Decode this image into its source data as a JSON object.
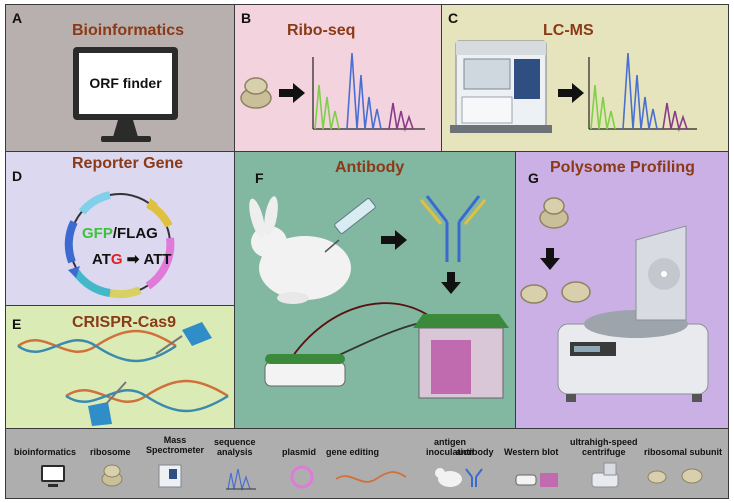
{
  "panels": {
    "a": {
      "letter": "A",
      "title": "Bioinformatics",
      "screen_text": "ORF finder"
    },
    "b": {
      "letter": "B",
      "title": "Ribo-seq"
    },
    "c": {
      "letter": "C",
      "title": "LC-MS"
    },
    "d": {
      "letter": "D",
      "title": "Reporter Gene",
      "line1_a": "GFP",
      "line1_b": "/FLAG",
      "line2_a": "AT",
      "line2_b": "G",
      "line2_c": "ATT",
      "arrow": "➡"
    },
    "e": {
      "letter": "E",
      "title": "CRISPR-Cas9"
    },
    "f": {
      "letter": "F",
      "title": "Antibody"
    },
    "g": {
      "letter": "G",
      "title": "Polysome Profiling"
    }
  },
  "legend": [
    {
      "label": "bioinformatics",
      "icon": "monitor-icon"
    },
    {
      "label": "ribosome",
      "icon": "ribosome-icon"
    },
    {
      "label": "Mass\nSpectrometer",
      "icon": "mass-spectrometer-icon"
    },
    {
      "label": "sequence\nanalysis",
      "icon": "sequence-analysis-icon"
    },
    {
      "label": "plasmid",
      "icon": "plasmid-icon"
    },
    {
      "label": "gene editing",
      "icon": "gene-editing-icon"
    },
    {
      "label": "antigen\ninoculation",
      "icon": "rabbit-icon"
    },
    {
      "label": "antibody",
      "icon": "antibody-icon"
    },
    {
      "label": "Western blot",
      "icon": "western-blot-icon"
    },
    {
      "label": "ultrahigh-speed\ncentrifuge",
      "icon": "centrifuge-icon"
    },
    {
      "label": "ribosomal subunit",
      "icon": "ribosomal-subunit-icon"
    }
  ],
  "colors": {
    "panel_a": "#b8afaf",
    "panel_b": "#f2d3de",
    "panel_c": "#e6e4bd",
    "panel_d": "#dcd8f0",
    "panel_e": "#dbebb6",
    "panel_f": "#82b7a2",
    "panel_g": "#cbb0e6",
    "legend_bg": "#aeaeae",
    "title": "#8b3a17"
  }
}
